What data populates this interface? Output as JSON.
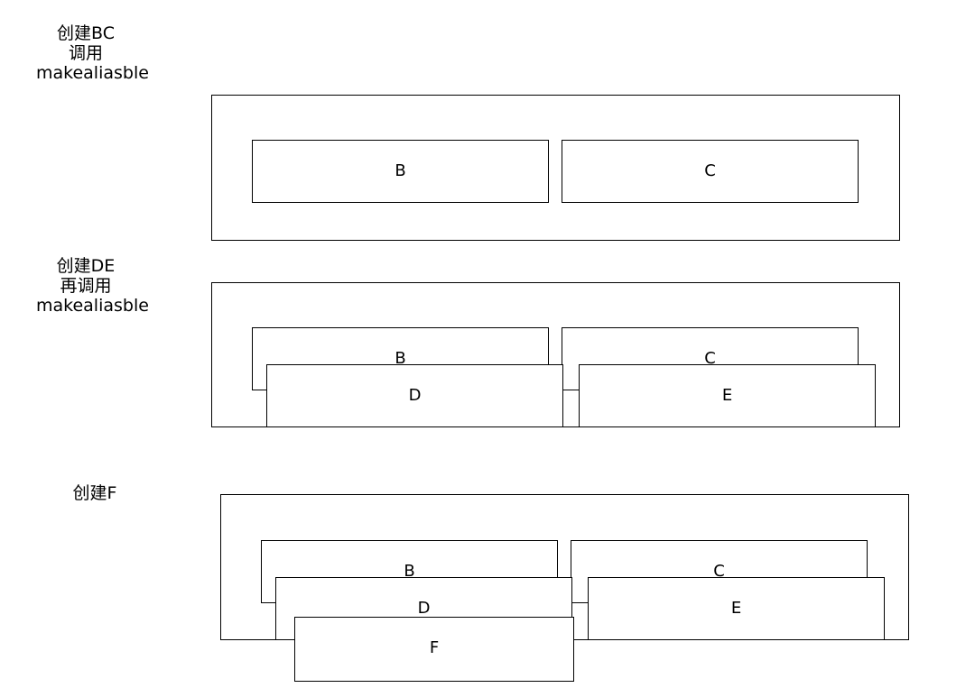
{
  "step1": {
    "label_lines": [
      "创建BC",
      "调用",
      "makealiasble"
    ],
    "boxes": {
      "b": "B",
      "c": "C"
    }
  },
  "step2": {
    "label_lines": [
      "创建DE",
      "再调用",
      "makealiasble"
    ],
    "boxes": {
      "b": "B",
      "c": "C",
      "d": "D",
      "e": "E"
    }
  },
  "step3": {
    "label_lines": [
      "创建F"
    ],
    "boxes": {
      "b": "B",
      "c": "C",
      "d": "D",
      "e": "E",
      "f": "F"
    }
  }
}
